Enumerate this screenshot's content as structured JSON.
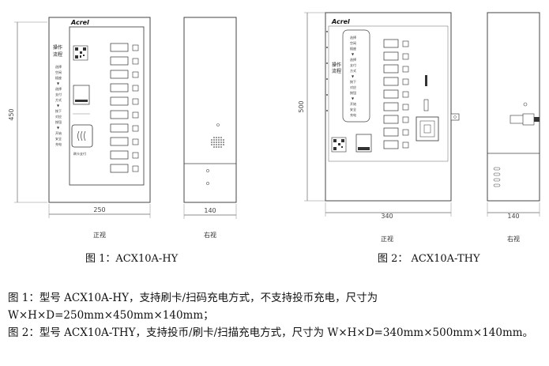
{
  "brand": "Acrel",
  "panel1": {
    "title_lines": [
      "操作",
      "流程"
    ],
    "steps_lines": [
      "选择",
      "空闲",
      "插座",
      "▼",
      "选择",
      "支付",
      "方式",
      "▼",
      "按下",
      "对应",
      "按钮",
      "▼",
      "开始",
      "安全",
      "充电"
    ],
    "card_label": "刷卡支付"
  },
  "panel2": {
    "title_lines": [
      "操作",
      "流程"
    ],
    "steps_lines": [
      "选择",
      "空闲",
      "插座",
      "▼",
      "选择",
      "支付",
      "方式",
      "▼",
      "按下",
      "对应",
      "按钮",
      "▼",
      "开始",
      "安全",
      "充电"
    ]
  },
  "dimensions": {
    "fig1_height": "450",
    "fig1_width": "250",
    "fig1_side_depth": "140",
    "fig2_height": "500",
    "fig2_width": "340",
    "fig2_side_depth": "140"
  },
  "views": {
    "front": "正视",
    "right": "右视"
  },
  "captions": {
    "fig1": "图 1：ACX10A-HY",
    "fig2": "图 2： ACX10A-THY"
  },
  "description": {
    "line1": "图 1：型号 ACX10A-HY，支持刷卡/扫码充电方式，不支持投币充电，尺寸为 W×H×D=250mm×450mm×140mm；",
    "line2": "图 2：型号 ACX10A-THY，支持投币/刷卡/扫描充电方式，尺寸为 W×H×D=340mm×500mm×140mm。"
  }
}
